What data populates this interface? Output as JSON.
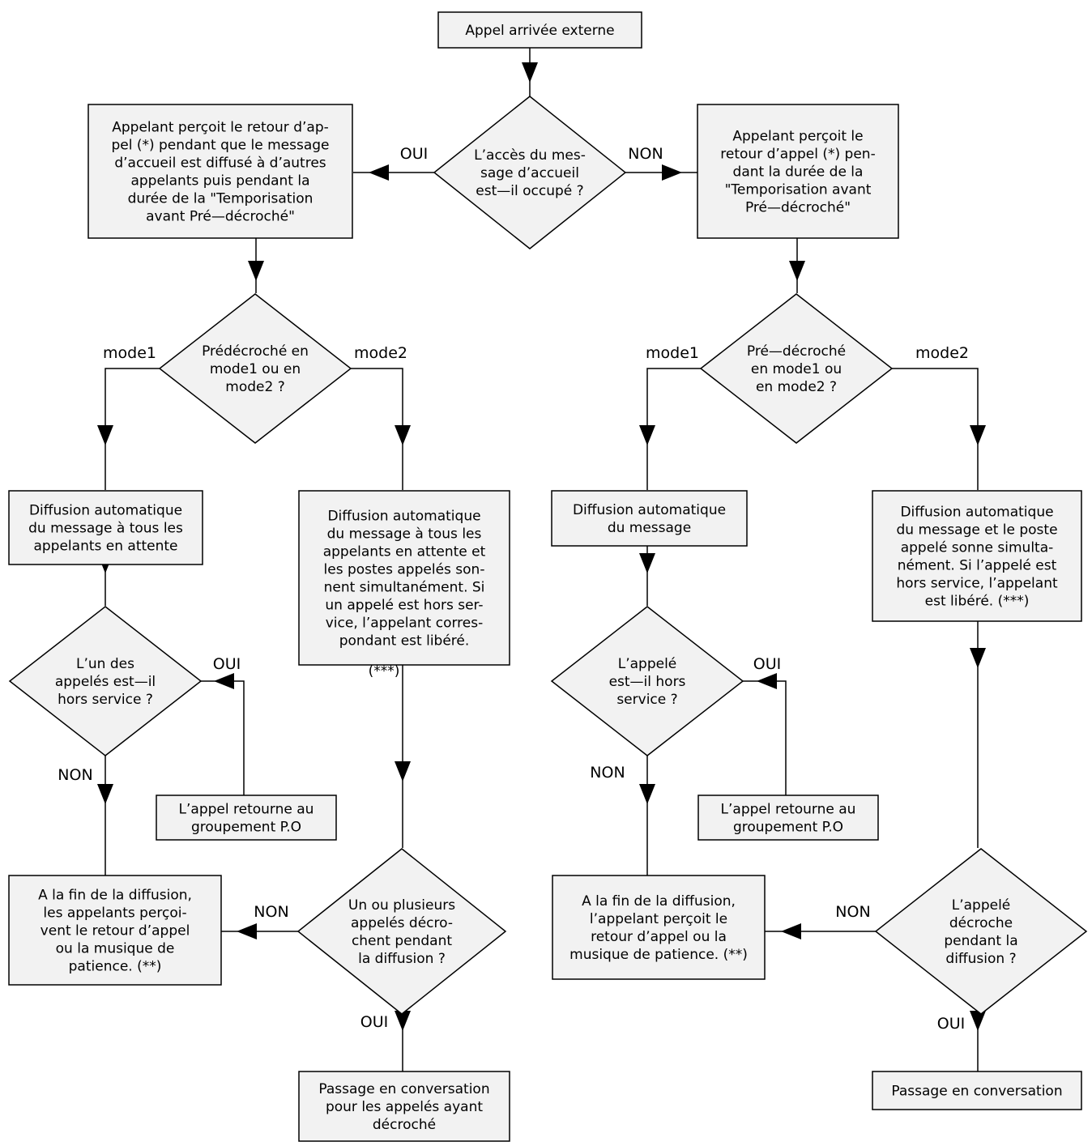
{
  "nodes": {
    "start": [
      "Appel arrivée externe"
    ],
    "d_busy": [
      "L’accès du mes-",
      "sage d’accueil",
      "est—il occupé ?"
    ],
    "l_wait": [
      "Appelant perçoit le retour d’ap-",
      "pel (*) pendant que le message",
      "d’accueil est diffusé à d’autres",
      "appelants puis pendant la",
      "durée de la \"Temporisation",
      "avant Pré—décroché\""
    ],
    "r_wait": [
      "Appelant perçoit le",
      "retour d’appel (*) pen-",
      "dant la durée de la",
      "\"Temporisation avant",
      "Pré—décroché\""
    ],
    "l_mode": [
      "Prédécroché en",
      "mode1 ou en",
      "mode2 ?"
    ],
    "r_mode": [
      "Pré—décroché",
      "en mode1 ou",
      "en mode2 ?"
    ],
    "l_m1": [
      "Diffusion automatique",
      "du message à tous les",
      "appelants en attente"
    ],
    "l_m2": [
      "Diffusion automatique",
      "du message à tous les",
      "appelants en attente et",
      "les postes appelés son-",
      "nent simultanément. Si",
      "un appelé est hors ser-",
      "vice, l’appelant corres-",
      "pondant est libéré."
    ],
    "r_m1": [
      "Diffusion automatique",
      "du message"
    ],
    "r_m2": [
      "Diffusion automatique",
      "du message et le poste",
      "appelé sonne simulta-",
      "nément. Si l’appelé est",
      "hors service, l’appelant",
      "est libéré. (***)"
    ],
    "l_hs": [
      "L’un des",
      "appelés est—il",
      "hors service ?"
    ],
    "r_hs": [
      "L’appelé",
      "est—il hors",
      "service ?"
    ],
    "l_ret": [
      "L’appel retourne au",
      "groupement P.O"
    ],
    "r_ret": [
      "L’appel retourne au",
      "groupement P.O"
    ],
    "l_end": [
      "A la fin de la diffusion,",
      "les appelants perçoi-",
      "vent le retour d’appel",
      "ou la musique de",
      "patience. (**)"
    ],
    "r_end": [
      "A la fin de la diffusion,",
      "l’appelant perçoit le",
      "retour d’appel ou la",
      "musique de patience. (**)"
    ],
    "l_pick": [
      "Un ou plusieurs",
      "appelés décro-",
      "chent pendant",
      "la diffusion ?"
    ],
    "r_pick": [
      "L’appelé",
      "décroche",
      "pendant la",
      "diffusion ?"
    ],
    "l_conv": [
      "Passage en conversation",
      "pour les appelés ayant",
      "décroché"
    ],
    "r_conv": [
      "Passage en conversation"
    ]
  },
  "notes": {
    "l_m2_footnote": "(***)"
  },
  "edge_labels": {
    "busy_yes": "OUI",
    "busy_no": "NON",
    "l_mode1": "mode1",
    "l_mode2": "mode2",
    "r_mode1": "mode1",
    "r_mode2": "mode2",
    "l_hs_yes": "OUI",
    "l_hs_no": "NON",
    "r_hs_yes": "OUI",
    "r_hs_no": "NON",
    "l_pick_no": "NON",
    "l_pick_yes": "OUI",
    "r_pick_no": "NON",
    "r_pick_yes": "OUI"
  }
}
